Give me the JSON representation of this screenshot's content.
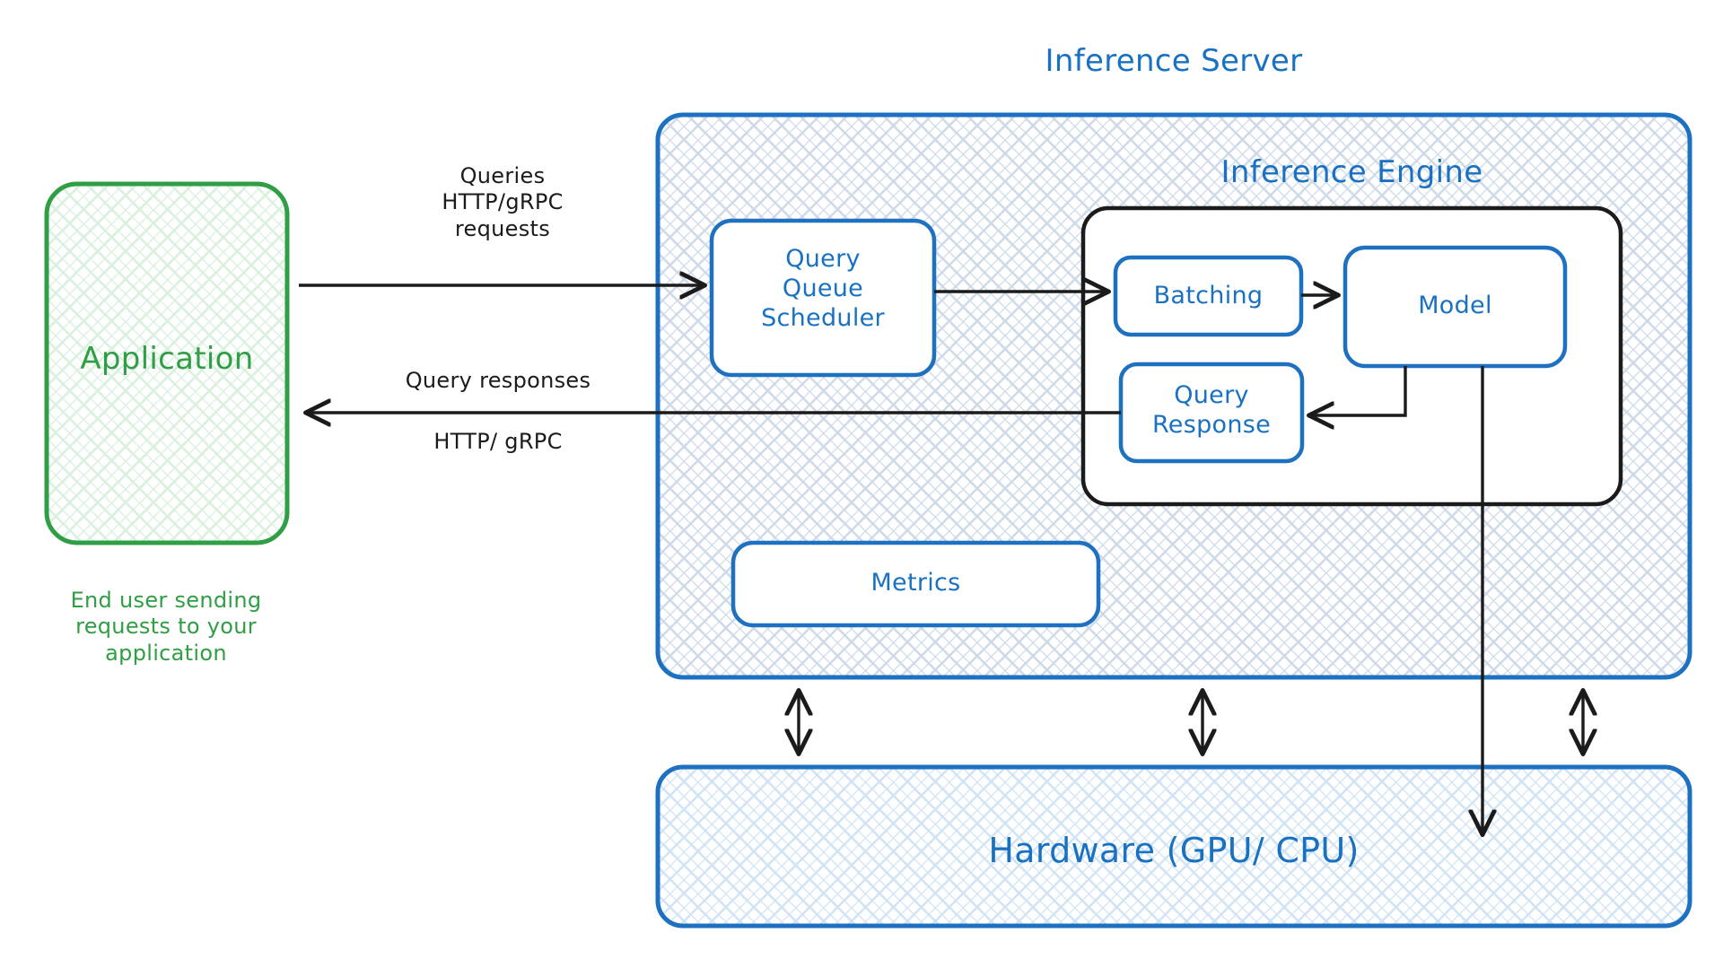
{
  "diagram": {
    "title_inference_server": "Inference Server",
    "title_inference_engine": "Inference Engine",
    "nodes": {
      "application": "Application",
      "application_caption": "End user sending\nrequests to your\napplication",
      "query_queue_scheduler": "Query\nQueue\nScheduler",
      "batching": "Batching",
      "model": "Model",
      "query_response": "Query\nResponse",
      "metrics": "Metrics",
      "hardware": "Hardware (GPU/ CPU)"
    },
    "edges": {
      "queries_label": "Queries\nHTTP/gRPC\nrequests",
      "responses_label_top": "Query responses",
      "responses_label_bottom": "HTTP/ gRPC"
    },
    "colors": {
      "blue": "#1971c2",
      "blue_stroke": "#1d71c0",
      "green": "#2f9e44",
      "black": "#1b1b1b",
      "hatch_blue": "#cdd9e8",
      "hatch_blue_light": "#cfe3f5",
      "hatch_green": "#d8f0dd",
      "white": "#ffffff"
    }
  }
}
